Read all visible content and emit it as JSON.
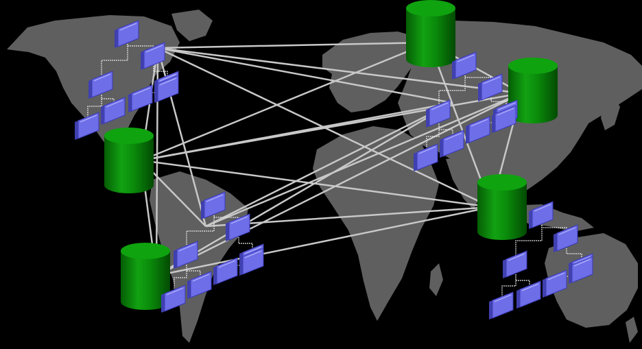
{
  "diagram": {
    "background_color": "#000000",
    "land_color": "#5f5f5f",
    "link_color": "#c8c8c8",
    "database_color": "#0a8a0a",
    "terminal_color": "#6e6ee8",
    "databases": [
      {
        "id": "db-north-america"
      },
      {
        "id": "db-south-america"
      },
      {
        "id": "db-russia"
      },
      {
        "id": "db-east-asia"
      },
      {
        "id": "db-south-asia"
      }
    ],
    "terminal_clusters": [
      {
        "id": "cluster-north-america",
        "terminals": 8
      },
      {
        "id": "cluster-south-america",
        "terminals": 8
      },
      {
        "id": "cluster-eurasia",
        "terminals": 8
      },
      {
        "id": "cluster-australia",
        "terminals": 8
      }
    ]
  }
}
